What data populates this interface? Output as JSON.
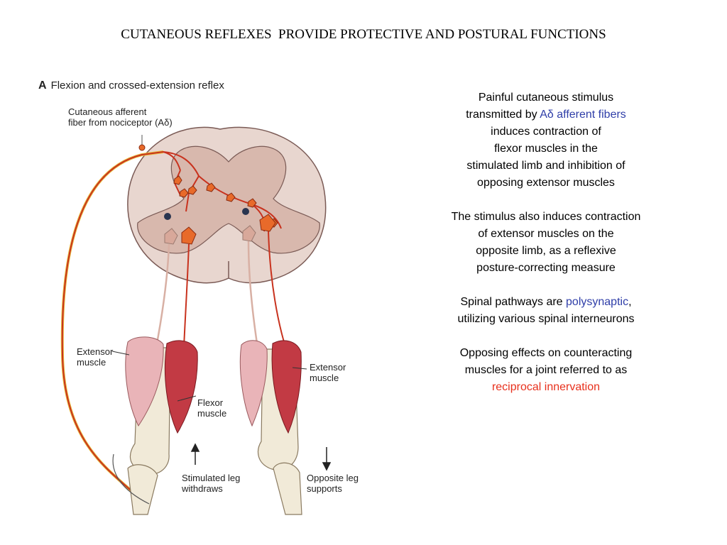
{
  "title": "CUTANEOUS REFLEXES  PROVIDE PROTECTIVE AND POSTURAL FUNCTIONS",
  "figure": {
    "panel_letter": "A",
    "panel_title": "Flexion and crossed-extension reflex",
    "afferent_label_1": "Cutaneous afferent",
    "afferent_label_2": "fiber from nociceptor (Aδ)",
    "left_extensor_1": "Extensor",
    "left_extensor_2": "muscle",
    "flexor_1": "Flexor",
    "flexor_2": "muscle",
    "right_extensor_1": "Extensor",
    "right_extensor_2": "muscle",
    "stimulated_1": "Stimulated leg",
    "stimulated_2": "withdraws",
    "opposite_1": "Opposite leg",
    "opposite_2": "supports"
  },
  "description": {
    "p1_a": "Painful cutaneous stimulus",
    "p1_b": "transmitted by ",
    "p1_highlight": "Aδ afferent fibers",
    "p1_c": "induces contraction of",
    "p1_d": "flexor muscles in the",
    "p1_e": "stimulated limb and inhibition of",
    "p1_f": "opposing extensor muscles",
    "p2_a": "The stimulus also induces contraction",
    "p2_b": "of extensor muscles on the",
    "p2_c": "opposite limb, as a reflexive",
    "p2_d": "posture-correcting measure",
    "p3_a": "Spinal pathways are ",
    "p3_highlight": "polysynaptic",
    "p3_b": ",",
    "p3_c": "utilizing various spinal interneurons",
    "p4_a": "Opposing effects on counteracting",
    "p4_b": "muscles for a joint referred to as",
    "p4_highlight": "reciprocal innervation"
  },
  "colors": {
    "nerve_red": "#c8321e",
    "neuron_orange": "#e86a2a",
    "cord_outer": "#e8d6cf",
    "gray_matter": "#d8b8ad",
    "flexor_red": "#c23a44",
    "extensor_pink": "#e9b4b8",
    "bone": "#f1ead8",
    "highlight_blue": "#2f3ea8",
    "highlight_red": "#e8301c"
  }
}
